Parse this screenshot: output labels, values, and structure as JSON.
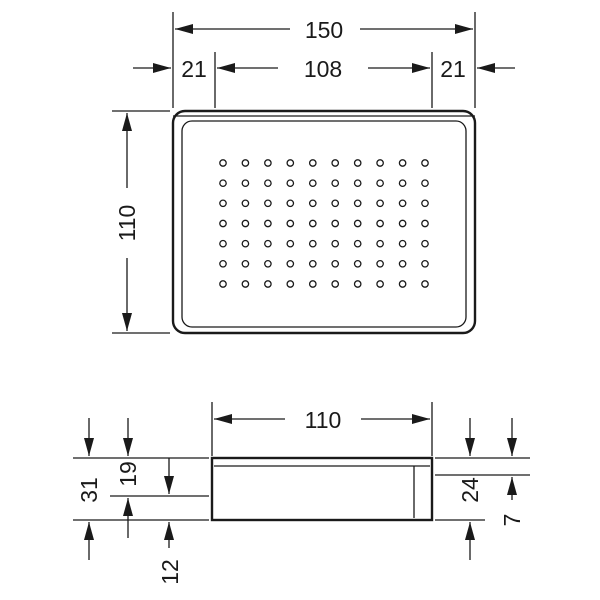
{
  "top_view": {
    "overall_width": "150",
    "left_margin": "21",
    "inner_width": "108",
    "right_margin": "21",
    "depth": "110",
    "hole_grid": {
      "columns": 10,
      "rows": 7
    }
  },
  "side_view": {
    "width": "110",
    "total_height": "31",
    "upper_height": "19",
    "bottom_offset": "12",
    "right_height": "24",
    "right_step": "7"
  }
}
